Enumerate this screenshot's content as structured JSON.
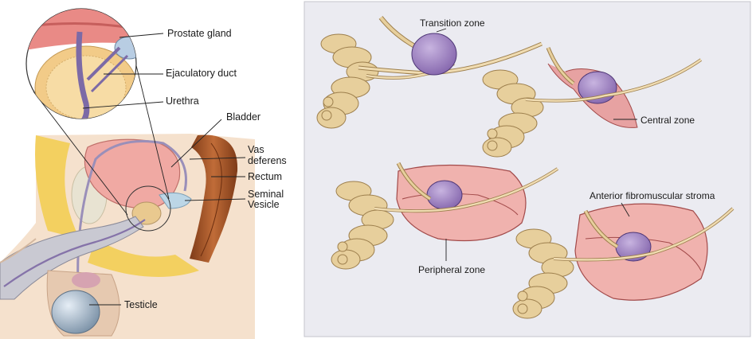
{
  "left_panel": {
    "labels": {
      "prostate_gland": "Prostate gland",
      "ejaculatory_duct": "Ejaculatory duct",
      "urethra": "Urethra",
      "bladder": "Bladder",
      "vas_deferens_line1": "Vas",
      "vas_deferens_line2": "deferens",
      "rectum": "Rectum",
      "seminal_vesicle_line1": "Seminal",
      "seminal_vesicle_line2": "Vesicle",
      "testicle": "Testicle"
    }
  },
  "right_panel": {
    "labels": {
      "transition_zone": "Transition zone",
      "central_zone": "Central zone",
      "peripheral_zone": "Peripheral zone",
      "anterior_fibromuscular_stroma": "Anterior fibromuscular stroma"
    }
  },
  "colors": {
    "right_background": "#ebebf1",
    "transition_zone": "#a58bc4",
    "zone_tissue": "#e7a2a2",
    "seminal_vesicle": "#e7cf9c",
    "bladder": "#f0a9a3",
    "rectum": "#a4552a",
    "fat_tissue": "#f3d060"
  }
}
